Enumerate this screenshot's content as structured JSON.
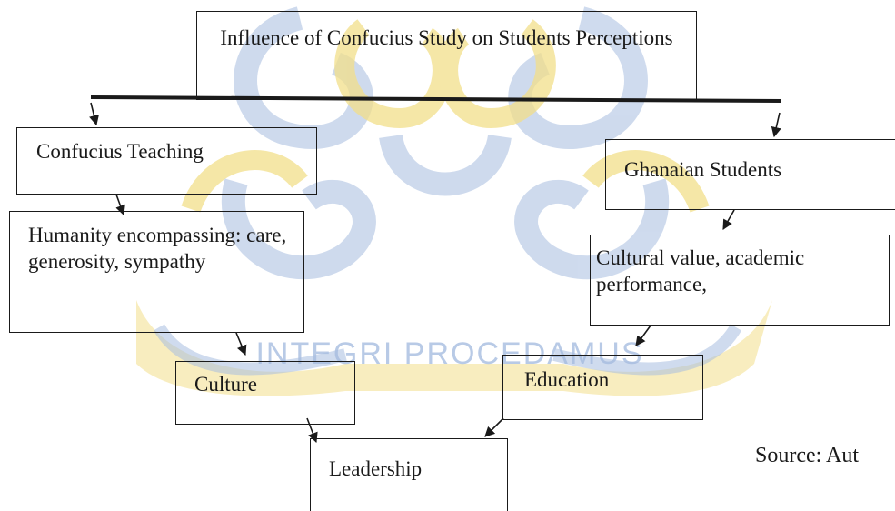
{
  "diagram": {
    "root": "Influence of Confucius Study on Students Perceptions",
    "left_branch": {
      "teaching": "Confucius Teaching",
      "humanity": "Humanity encompassing: care, generosity, sympathy",
      "culture": "Culture"
    },
    "right_branch": {
      "students": "Ghanaian Students",
      "values": "Cultural value, academic performance,",
      "education": "Education"
    },
    "outcome": "Leadership",
    "source_note": "Source: Aut",
    "watermark_motto": "INTEGRI PROCEDAMUS"
  },
  "colors": {
    "box_stroke": "#1a1a1a",
    "watermark_blue": "#a7bde0",
    "watermark_gold": "#f2df8a"
  }
}
